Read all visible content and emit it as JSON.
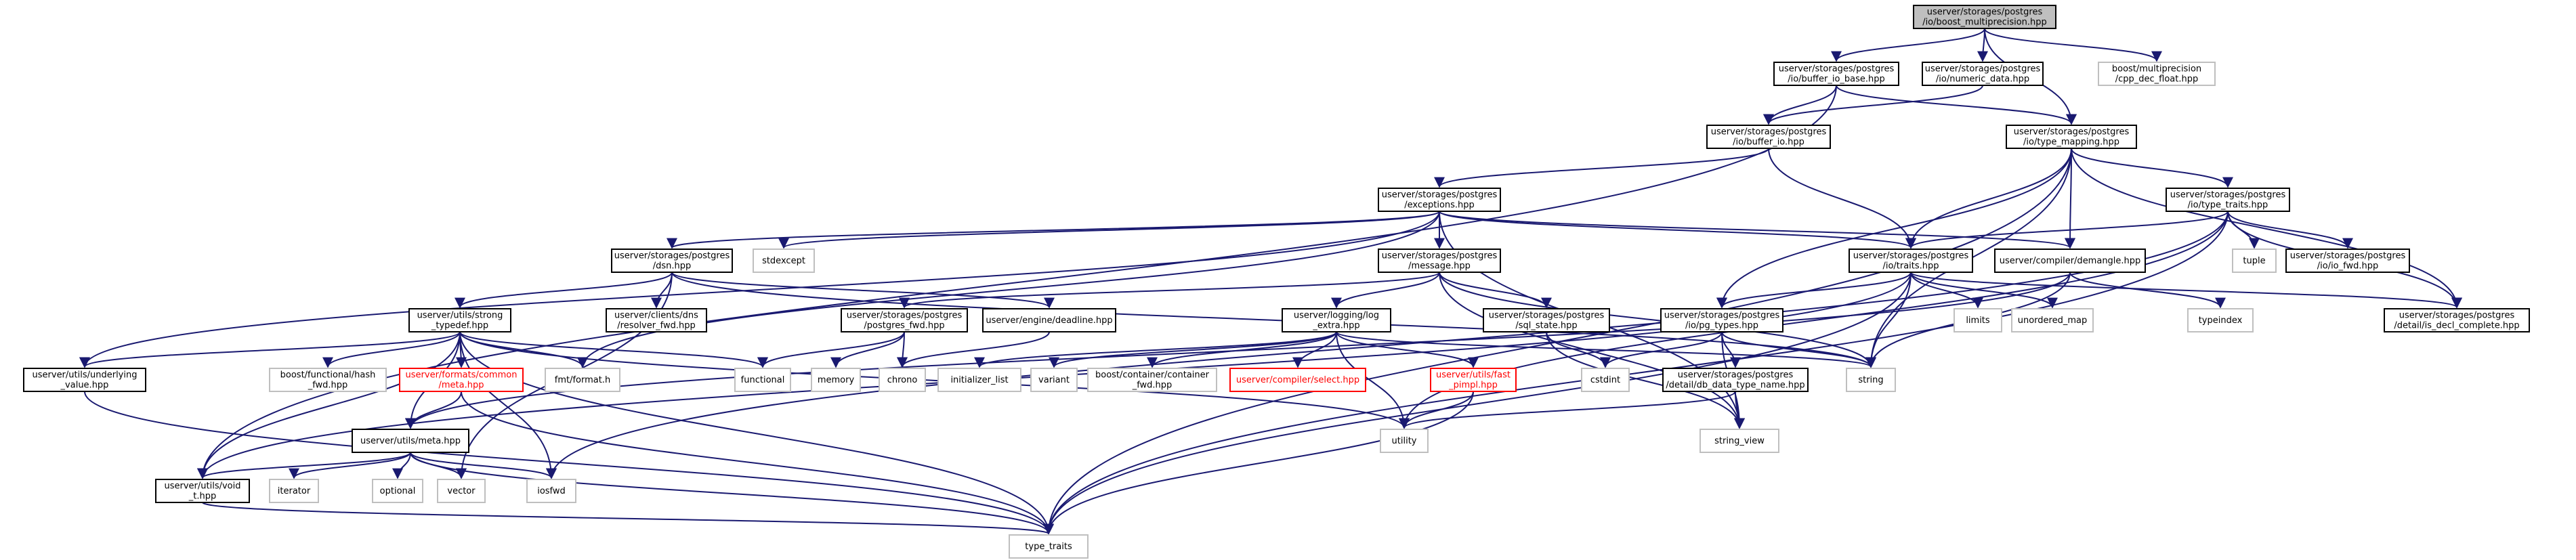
{
  "graph": {
    "nodes": [
      {
        "id": "boost_multiprecision",
        "lines": [
          "userver/storages/postgres",
          "/io/boost_multiprecision.hpp"
        ],
        "kind": "root"
      },
      {
        "id": "buffer_io_base",
        "lines": [
          "userver/storages/postgres",
          "/io/buffer_io_base.hpp"
        ],
        "kind": "local"
      },
      {
        "id": "numeric_data",
        "lines": [
          "userver/storages/postgres",
          "/io/numeric_data.hpp"
        ],
        "kind": "local"
      },
      {
        "id": "cpp_dec_float",
        "lines": [
          "boost/multiprecision",
          "/cpp_dec_float.hpp"
        ],
        "kind": "std"
      },
      {
        "id": "buffer_io",
        "lines": [
          "userver/storages/postgres",
          "/io/buffer_io.hpp"
        ],
        "kind": "local"
      },
      {
        "id": "type_mapping",
        "lines": [
          "userver/storages/postgres",
          "/io/type_mapping.hpp"
        ],
        "kind": "local"
      },
      {
        "id": "exceptions",
        "lines": [
          "userver/storages/postgres",
          "/exceptions.hpp"
        ],
        "kind": "local"
      },
      {
        "id": "type_traits_pg",
        "lines": [
          "userver/storages/postgres",
          "/io/type_traits.hpp"
        ],
        "kind": "local"
      },
      {
        "id": "dsn",
        "lines": [
          "userver/storages/postgres",
          "/dsn.hpp"
        ],
        "kind": "local"
      },
      {
        "id": "stdexcept",
        "lines": [
          "stdexcept"
        ],
        "kind": "std"
      },
      {
        "id": "message",
        "lines": [
          "userver/storages/postgres",
          "/message.hpp"
        ],
        "kind": "local"
      },
      {
        "id": "traits",
        "lines": [
          "userver/storages/postgres",
          "/io/traits.hpp"
        ],
        "kind": "local"
      },
      {
        "id": "demangle",
        "lines": [
          "userver/compiler/demangle.hpp"
        ],
        "kind": "local"
      },
      {
        "id": "tuple",
        "lines": [
          "tuple"
        ],
        "kind": "std"
      },
      {
        "id": "io_fwd",
        "lines": [
          "userver/storages/postgres",
          "/io/io_fwd.hpp"
        ],
        "kind": "local"
      },
      {
        "id": "strong_typedef",
        "lines": [
          "userver/utils/strong",
          "_typedef.hpp"
        ],
        "kind": "local"
      },
      {
        "id": "resolver_fwd",
        "lines": [
          "userver/clients/dns",
          "/resolver_fwd.hpp"
        ],
        "kind": "local"
      },
      {
        "id": "postgres_fwd",
        "lines": [
          "userver/storages/postgres",
          "/postgres_fwd.hpp"
        ],
        "kind": "local"
      },
      {
        "id": "deadline",
        "lines": [
          "userver/engine/deadline.hpp"
        ],
        "kind": "local"
      },
      {
        "id": "log_extra",
        "lines": [
          "userver/logging/log",
          "_extra.hpp"
        ],
        "kind": "local"
      },
      {
        "id": "sql_state",
        "lines": [
          "userver/storages/postgres",
          "/sql_state.hpp"
        ],
        "kind": "local"
      },
      {
        "id": "pg_types",
        "lines": [
          "userver/storages/postgres",
          "/io/pg_types.hpp"
        ],
        "kind": "local"
      },
      {
        "id": "limits",
        "lines": [
          "limits"
        ],
        "kind": "std"
      },
      {
        "id": "unordered_map",
        "lines": [
          "unordered_map"
        ],
        "kind": "std"
      },
      {
        "id": "typeindex",
        "lines": [
          "typeindex"
        ],
        "kind": "std"
      },
      {
        "id": "is_decl_complete",
        "lines": [
          "userver/storages/postgres",
          "/detail/is_decl_complete.hpp"
        ],
        "kind": "local"
      },
      {
        "id": "underlying_value",
        "lines": [
          "userver/utils/underlying",
          "_value.hpp"
        ],
        "kind": "local"
      },
      {
        "id": "boost_function",
        "lines": [
          "boost/functional/hash",
          "_fwd.hpp"
        ],
        "kind": "std"
      },
      {
        "id": "formats_meta",
        "lines": [
          "userver/formats/common",
          "/meta.hpp"
        ],
        "kind": "missing"
      },
      {
        "id": "fmt_format",
        "lines": [
          "fmt/format.h"
        ],
        "kind": "std"
      },
      {
        "id": "functional",
        "lines": [
          "functional"
        ],
        "kind": "std"
      },
      {
        "id": "memory",
        "lines": [
          "memory"
        ],
        "kind": "std"
      },
      {
        "id": "chrono",
        "lines": [
          "chrono"
        ],
        "kind": "std"
      },
      {
        "id": "initializer_list",
        "lines": [
          "initializer_list"
        ],
        "kind": "std"
      },
      {
        "id": "variant",
        "lines": [
          "variant"
        ],
        "kind": "std"
      },
      {
        "id": "container_fwd",
        "lines": [
          "boost/container/container",
          "_fwd.hpp"
        ],
        "kind": "std"
      },
      {
        "id": "compiler_select",
        "lines": [
          "userver/compiler/select.hpp"
        ],
        "kind": "missing"
      },
      {
        "id": "fast_pimpl",
        "lines": [
          "userver/utils/fast",
          "_pimpl.hpp"
        ],
        "kind": "missing"
      },
      {
        "id": "cstdint",
        "lines": [
          "cstdint"
        ],
        "kind": "std"
      },
      {
        "id": "db_data_type_name",
        "lines": [
          "userver/storages/postgres",
          "/detail/db_data_type_name.hpp"
        ],
        "kind": "local"
      },
      {
        "id": "string",
        "lines": [
          "string"
        ],
        "kind": "std"
      },
      {
        "id": "utils_meta",
        "lines": [
          "userver/utils/meta.hpp"
        ],
        "kind": "local"
      },
      {
        "id": "utility",
        "lines": [
          "utility"
        ],
        "kind": "std"
      },
      {
        "id": "string_view",
        "lines": [
          "string_view"
        ],
        "kind": "std"
      },
      {
        "id": "void_t",
        "lines": [
          "userver/utils/void",
          "_t.hpp"
        ],
        "kind": "local"
      },
      {
        "id": "iterator",
        "lines": [
          "iterator"
        ],
        "kind": "std"
      },
      {
        "id": "optional",
        "lines": [
          "optional"
        ],
        "kind": "std"
      },
      {
        "id": "vector",
        "lines": [
          "vector"
        ],
        "kind": "std"
      },
      {
        "id": "iosfwd",
        "lines": [
          "iosfwd"
        ],
        "kind": "std"
      },
      {
        "id": "type_traits_std",
        "lines": [
          "type_traits"
        ],
        "kind": "std"
      }
    ],
    "edges": [
      [
        "boost_multiprecision",
        "buffer_io_base"
      ],
      [
        "boost_multiprecision",
        "numeric_data"
      ],
      [
        "boost_multiprecision",
        "cpp_dec_float"
      ],
      [
        "boost_multiprecision",
        "type_mapping"
      ],
      [
        "buffer_io_base",
        "buffer_io"
      ],
      [
        "buffer_io_base",
        "type_mapping"
      ],
      [
        "buffer_io_base",
        "void_t"
      ],
      [
        "numeric_data",
        "buffer_io"
      ],
      [
        "buffer_io",
        "exceptions"
      ],
      [
        "buffer_io",
        "traits"
      ],
      [
        "type_mapping",
        "type_traits_pg"
      ],
      [
        "type_mapping",
        "traits"
      ],
      [
        "type_mapping",
        "demangle"
      ],
      [
        "type_mapping",
        "pg_types"
      ],
      [
        "type_mapping",
        "is_decl_complete"
      ],
      [
        "type_mapping",
        "string"
      ],
      [
        "type_mapping",
        "type_traits_std"
      ],
      [
        "exceptions",
        "dsn"
      ],
      [
        "exceptions",
        "stdexcept"
      ],
      [
        "exceptions",
        "message"
      ],
      [
        "exceptions",
        "traits"
      ],
      [
        "exceptions",
        "demangle"
      ],
      [
        "exceptions",
        "underlying_value"
      ],
      [
        "exceptions",
        "fmt_format"
      ],
      [
        "exceptions",
        "string_view"
      ],
      [
        "type_traits_pg",
        "traits"
      ],
      [
        "type_traits_pg",
        "tuple"
      ],
      [
        "type_traits_pg",
        "io_fwd"
      ],
      [
        "type_traits_pg",
        "is_decl_complete"
      ],
      [
        "type_traits_pg",
        "type_traits_std"
      ],
      [
        "type_traits_pg",
        "utility"
      ],
      [
        "type_traits_pg",
        "iosfwd"
      ],
      [
        "dsn",
        "strong_typedef"
      ],
      [
        "dsn",
        "resolver_fwd"
      ],
      [
        "dsn",
        "deadline"
      ],
      [
        "dsn",
        "string"
      ],
      [
        "dsn",
        "vector"
      ],
      [
        "message",
        "postgres_fwd"
      ],
      [
        "message",
        "log_extra"
      ],
      [
        "message",
        "sql_state"
      ],
      [
        "message",
        "string"
      ],
      [
        "message",
        "string_view"
      ],
      [
        "traits",
        "pg_types"
      ],
      [
        "traits",
        "limits"
      ],
      [
        "traits",
        "unordered_map"
      ],
      [
        "traits",
        "string"
      ],
      [
        "traits",
        "is_decl_complete"
      ],
      [
        "traits",
        "void_t"
      ],
      [
        "traits",
        "type_traits_std"
      ],
      [
        "demangle",
        "typeindex"
      ],
      [
        "demangle",
        "string"
      ],
      [
        "demangle",
        "utils_meta"
      ],
      [
        "strong_typedef",
        "underlying_value"
      ],
      [
        "strong_typedef",
        "boost_function"
      ],
      [
        "strong_typedef",
        "formats_meta"
      ],
      [
        "strong_typedef",
        "fmt_format"
      ],
      [
        "strong_typedef",
        "functional"
      ],
      [
        "strong_typedef",
        "utils_meta"
      ],
      [
        "strong_typedef",
        "void_t"
      ],
      [
        "strong_typedef",
        "iosfwd"
      ],
      [
        "strong_typedef",
        "type_traits_std"
      ],
      [
        "strong_typedef",
        "utility"
      ],
      [
        "postgres_fwd",
        "functional"
      ],
      [
        "postgres_fwd",
        "memory"
      ],
      [
        "postgres_fwd",
        "chrono"
      ],
      [
        "deadline",
        "chrono"
      ],
      [
        "log_extra",
        "initializer_list"
      ],
      [
        "log_extra",
        "variant"
      ],
      [
        "log_extra",
        "container_fwd"
      ],
      [
        "log_extra",
        "compiler_select"
      ],
      [
        "log_extra",
        "fast_pimpl"
      ],
      [
        "log_extra",
        "string"
      ],
      [
        "log_extra",
        "utility"
      ],
      [
        "sql_state",
        "cstdint"
      ],
      [
        "sql_state",
        "string_view"
      ],
      [
        "pg_types",
        "cstdint"
      ],
      [
        "pg_types",
        "db_data_type_name"
      ],
      [
        "pg_types",
        "string"
      ],
      [
        "pg_types",
        "string_view"
      ],
      [
        "fast_pimpl",
        "utility"
      ],
      [
        "fast_pimpl",
        "type_traits_std"
      ],
      [
        "db_data_type_name",
        "string_view"
      ],
      [
        "db_data_type_name",
        "utility"
      ],
      [
        "formats_meta",
        "utils_meta"
      ],
      [
        "formats_meta",
        "type_traits_std"
      ],
      [
        "utils_meta",
        "void_t"
      ],
      [
        "utils_meta",
        "iterator"
      ],
      [
        "utils_meta",
        "optional"
      ],
      [
        "utils_meta",
        "vector"
      ],
      [
        "utils_meta",
        "iosfwd"
      ],
      [
        "utils_meta",
        "type_traits_std"
      ],
      [
        "underlying_value",
        "type_traits_std"
      ],
      [
        "void_t",
        "type_traits_std"
      ]
    ]
  }
}
